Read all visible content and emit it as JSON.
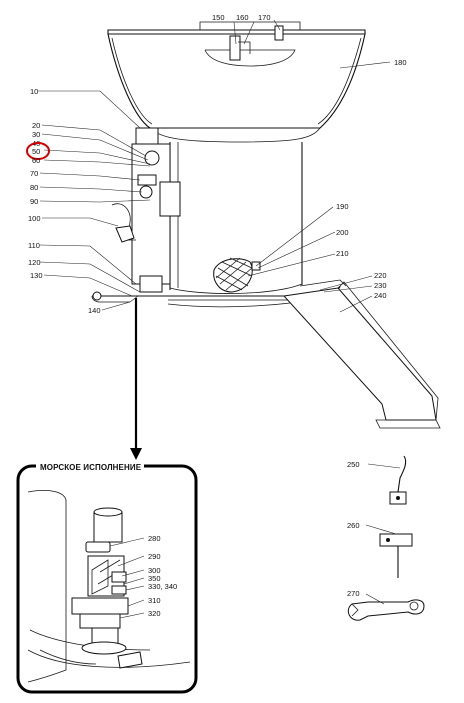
{
  "diagram": {
    "inset_title": "МОРСКОЕ ИСПОЛНЕНИЕ",
    "highlight_color": "#d40000",
    "callouts_main": [
      "10",
      "20",
      "30",
      "40",
      "50",
      "60",
      "70",
      "80",
      "90",
      "100",
      "110",
      "120",
      "130",
      "140",
      "150",
      "160",
      "170",
      "180",
      "190",
      "200",
      "210",
      "220",
      "230",
      "240"
    ],
    "callouts_inset": [
      "280",
      "290",
      "300",
      "350",
      "330, 340",
      "310",
      "320"
    ],
    "callouts_tools": [
      "250",
      "260",
      "270"
    ],
    "highlighted_callout": "50"
  }
}
